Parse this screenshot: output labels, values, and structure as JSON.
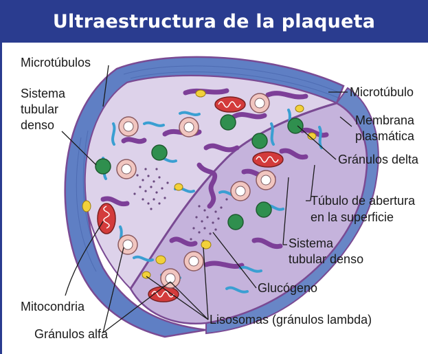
{
  "title": "Ultraestructura de la plaqueta",
  "labels": {
    "microtubulos_left": "Microtúbulos",
    "sistema_left_1": "Sistema",
    "sistema_left_2": "tubular",
    "sistema_left_3": "denso",
    "microtubulo_right": "Microtúbulo",
    "membrana_1": "Membrana",
    "membrana_2": "plasmática",
    "granulos_delta": "Gránulos delta",
    "tubulo_1": "Túbulo de abertura",
    "tubulo_2": "en la superficie",
    "sistema_right_1": "Sistema",
    "sistema_right_2": "tubular denso",
    "mitocondria": "Mitocondria",
    "glucogeno": "Glucógeno",
    "lisosomas": "Lisosomas (gránulos lambda)",
    "granulos_alfa": "Gránulos alfa"
  },
  "colors": {
    "title_bg": "#2a3c8f",
    "title_text": "#ffffff",
    "microtubule_band": "#5f7fc4",
    "cytoplasm": "#ddd2ea",
    "cut_face": "#c5b3dc",
    "membrane": "#7a4a93",
    "tubular": "#7d3f98",
    "canalicular": "#3a9fd2",
    "mitochondria": "#d33b3b",
    "delta_granule": "#2f8f4e",
    "alpha_granule": "#f1c6c0",
    "lysosome": "#f2d13a"
  }
}
